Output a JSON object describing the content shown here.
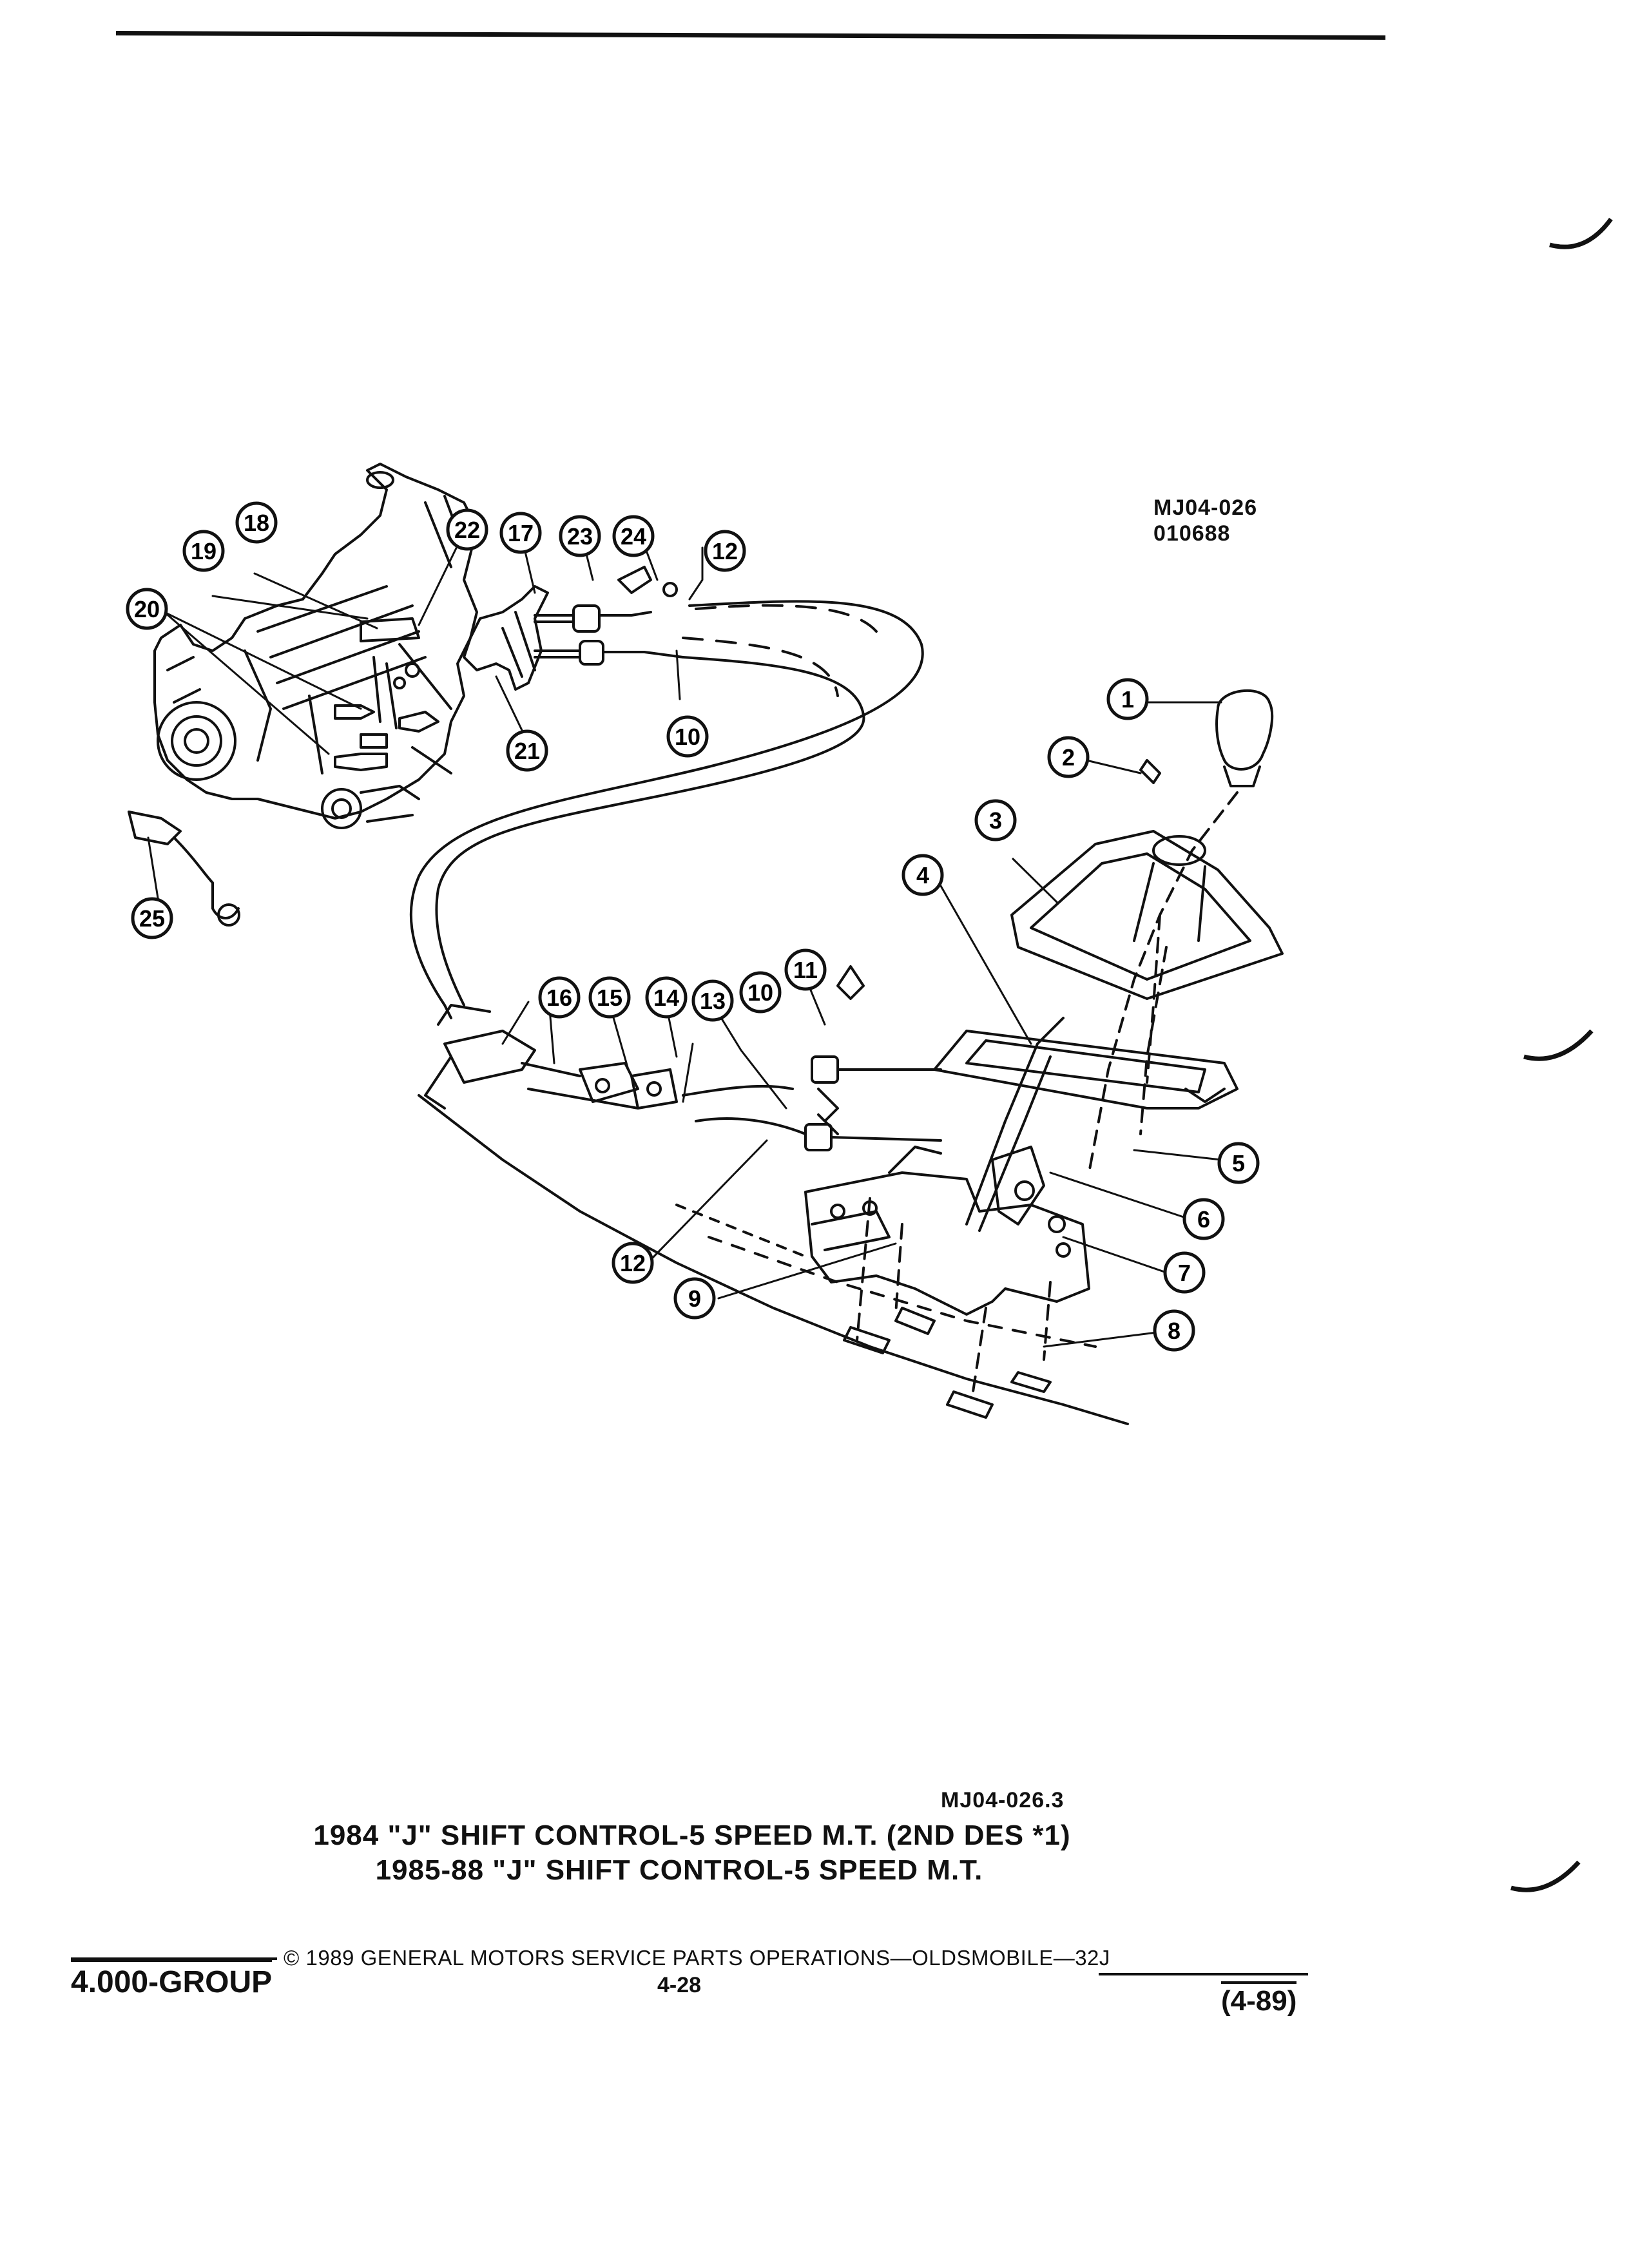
{
  "diagram": {
    "ref_code": "MJ04-026",
    "ref_number": "010688",
    "callouts": [
      "1",
      "2",
      "3",
      "4",
      "5",
      "6",
      "7",
      "8",
      "9",
      "10",
      "11",
      "12",
      "13",
      "14",
      "15",
      "16",
      "17",
      "18",
      "19",
      "20",
      "21",
      "22",
      "23",
      "24",
      "25"
    ]
  },
  "caption": {
    "code": "MJ04-026.3",
    "line1": "1984 \"J\" SHIFT CONTROL-5 SPEED M.T. (2ND DES *1)",
    "line2": "1985-88 \"J\" SHIFT CONTROL-5 SPEED M.T."
  },
  "footer": {
    "group": "4.000-GROUP",
    "copyright": "© 1989 GENERAL MOTORS SERVICE PARTS OPERATIONS—OLDSMOBILE—32J",
    "page": "4-28",
    "date": "(4-89)"
  }
}
